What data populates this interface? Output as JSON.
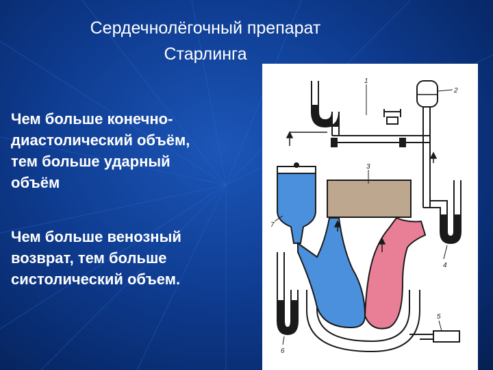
{
  "slide": {
    "title_line1": "Сердечнолёгочный препарат",
    "title_line2": "Старлинга",
    "paragraph1": [
      "Чем больше конечно-",
      "диастолический объём,",
      "тем больше ударный",
      "объём"
    ],
    "paragraph2": [
      "Чем больше венозный",
      "возврат, тем больше",
      "систолический объем."
    ]
  },
  "diagram": {
    "labels": [
      "1",
      "2",
      "3",
      "4",
      "5",
      "6",
      "7"
    ],
    "colors": {
      "venous": "#4a90dd",
      "arterial": "#e87f96",
      "reservoir": "#bda78f",
      "outline": "#1a1a1a",
      "background_slide": "#0f3d92"
    }
  }
}
